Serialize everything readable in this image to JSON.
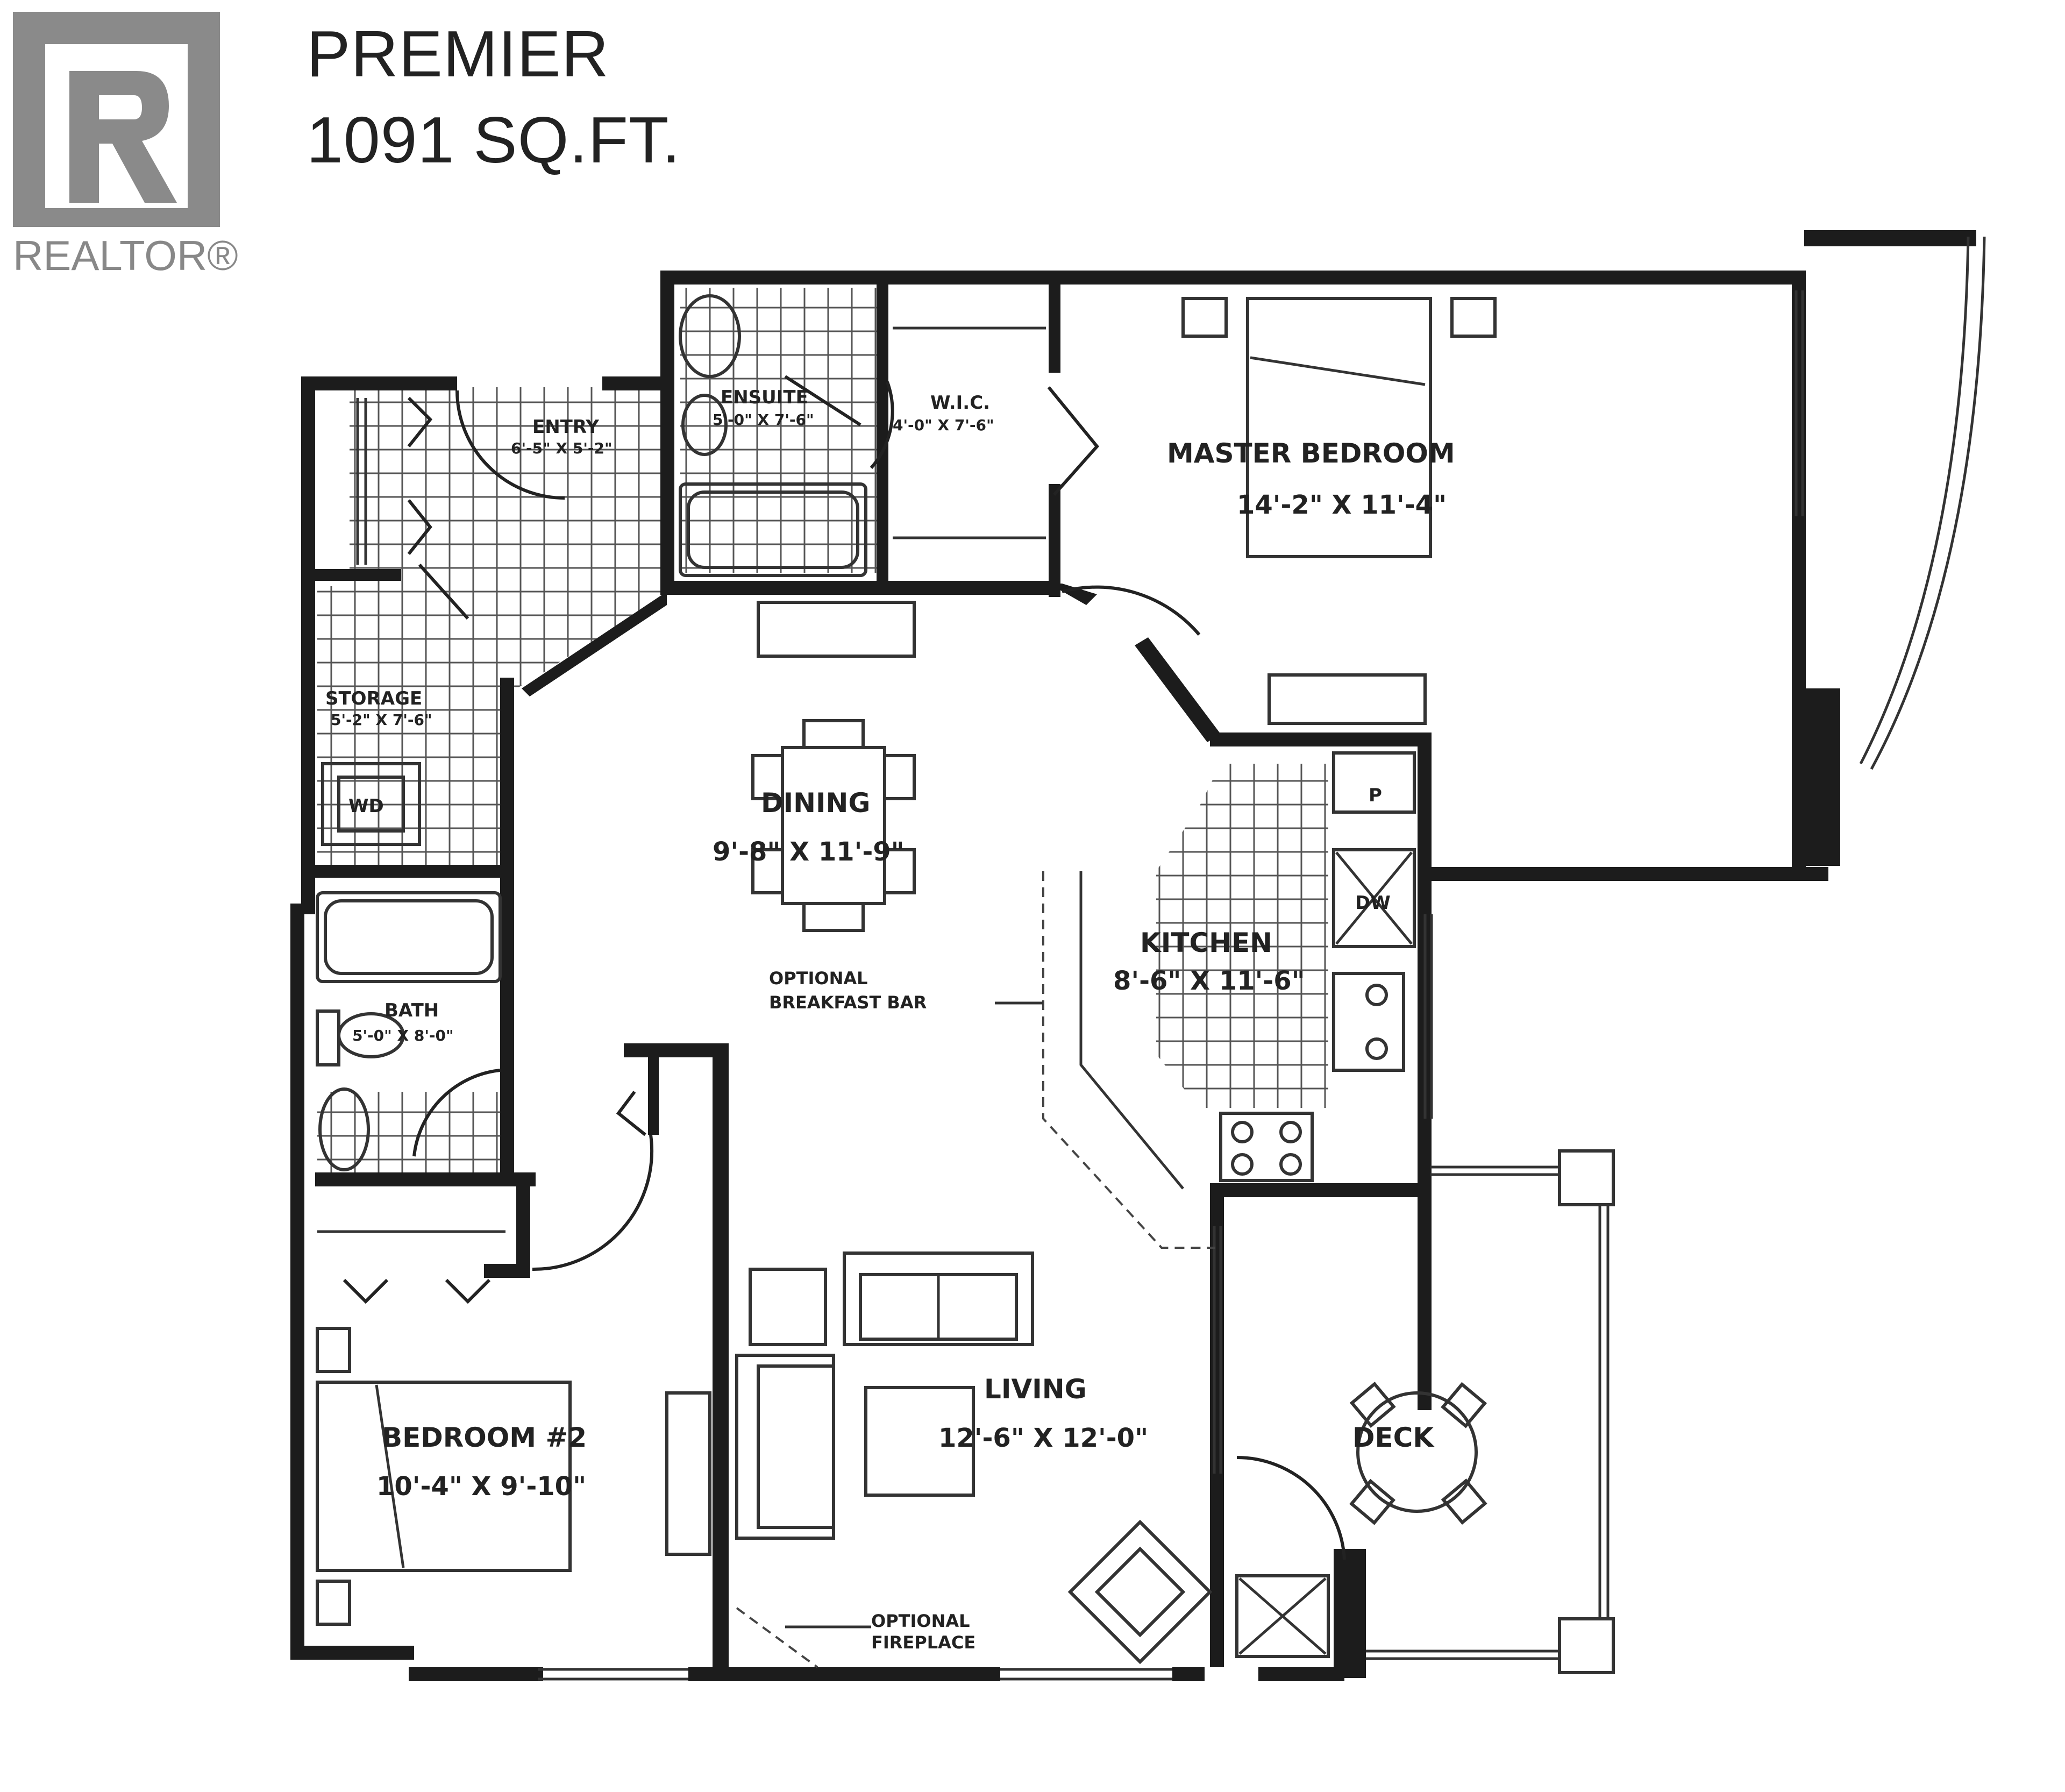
{
  "brand": {
    "logo_text": "REALTOR®",
    "logo_color": "#888888"
  },
  "header": {
    "plan_name": "PREMIER",
    "area": "1091 SQ.FT."
  },
  "rooms": {
    "ensuite": {
      "name": "ENSUITE",
      "dims": "5'-0\" X 7'-6\""
    },
    "wic": {
      "name": "W.I.C.",
      "dims": "4'-0\" X 7'-6\""
    },
    "entry": {
      "name": "ENTRY",
      "dims": "6'-5\" X 5'-2\""
    },
    "master_bedroom": {
      "name": "MASTER BEDROOM",
      "dims": "14'-2\" X 11'-4\""
    },
    "storage": {
      "name": "STORAGE",
      "dims": "5'-2\" X 7'-6\""
    },
    "dining": {
      "name": "DINING",
      "dims": "9'-8\" X 11'-9\""
    },
    "kitchen": {
      "name": "KITCHEN",
      "dims": "8'-6\" X 11'-6\""
    },
    "bath": {
      "name": "BATH",
      "dims": "5'-0\" X 8'-0\""
    },
    "living": {
      "name": "LIVING",
      "dims": "12'-6\" X 12'-0\""
    },
    "bedroom2": {
      "name": "BEDROOM #2",
      "dims": "10'-4\" X 9'-10\""
    },
    "deck": {
      "name": "DECK"
    }
  },
  "fixtures": {
    "washer_dryer": "WD",
    "dishwasher": "DW",
    "pantry": "P"
  },
  "notes": {
    "breakfast_bar_1": "OPTIONAL",
    "breakfast_bar_2": "BREAKFAST BAR",
    "fireplace_1": "OPTIONAL",
    "fireplace_2": "FIREPLACE"
  }
}
